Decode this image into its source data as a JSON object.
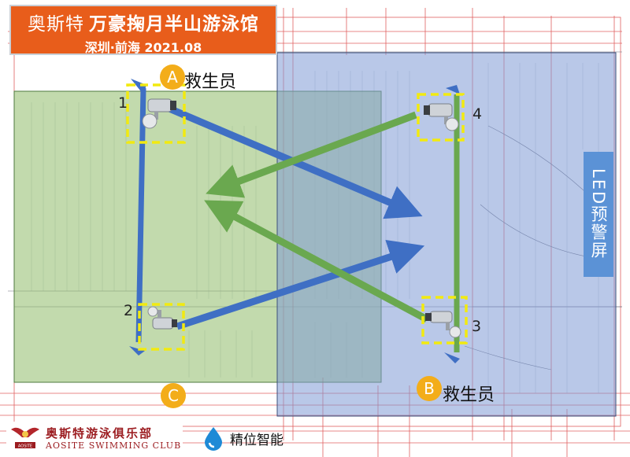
{
  "title": {
    "brand": "奥斯特",
    "venue": "万豪掬月半山游泳馆",
    "subtitle": "深圳·前海 2021.08"
  },
  "cameras": [
    {
      "number": "1"
    },
    {
      "number": "2"
    },
    {
      "number": "3"
    },
    {
      "number": "4"
    }
  ],
  "zones": {
    "a": {
      "letter": "A",
      "label": "救生员"
    },
    "b": {
      "letter": "B",
      "label": "救生员"
    },
    "c": {
      "letter": "C"
    }
  },
  "led_screen": {
    "label": "LED预警屏"
  },
  "club": {
    "name_cn": "奥斯特游泳俱乐部",
    "name_en": "AOSITE SWIMMING CLUB",
    "badge": "AOSITE"
  },
  "partner": {
    "name": "精位智能"
  },
  "colors": {
    "title_bg": "#e85d1b",
    "zone_green": "#8fbc6a",
    "zone_blue": "#7f9ad6",
    "arrow_blue": "#3f6fc4",
    "arrow_green": "#6aa84f",
    "camera_frame": "#f2ea10",
    "marker": "#f3ad1a",
    "led_bg": "#5b92d6"
  }
}
